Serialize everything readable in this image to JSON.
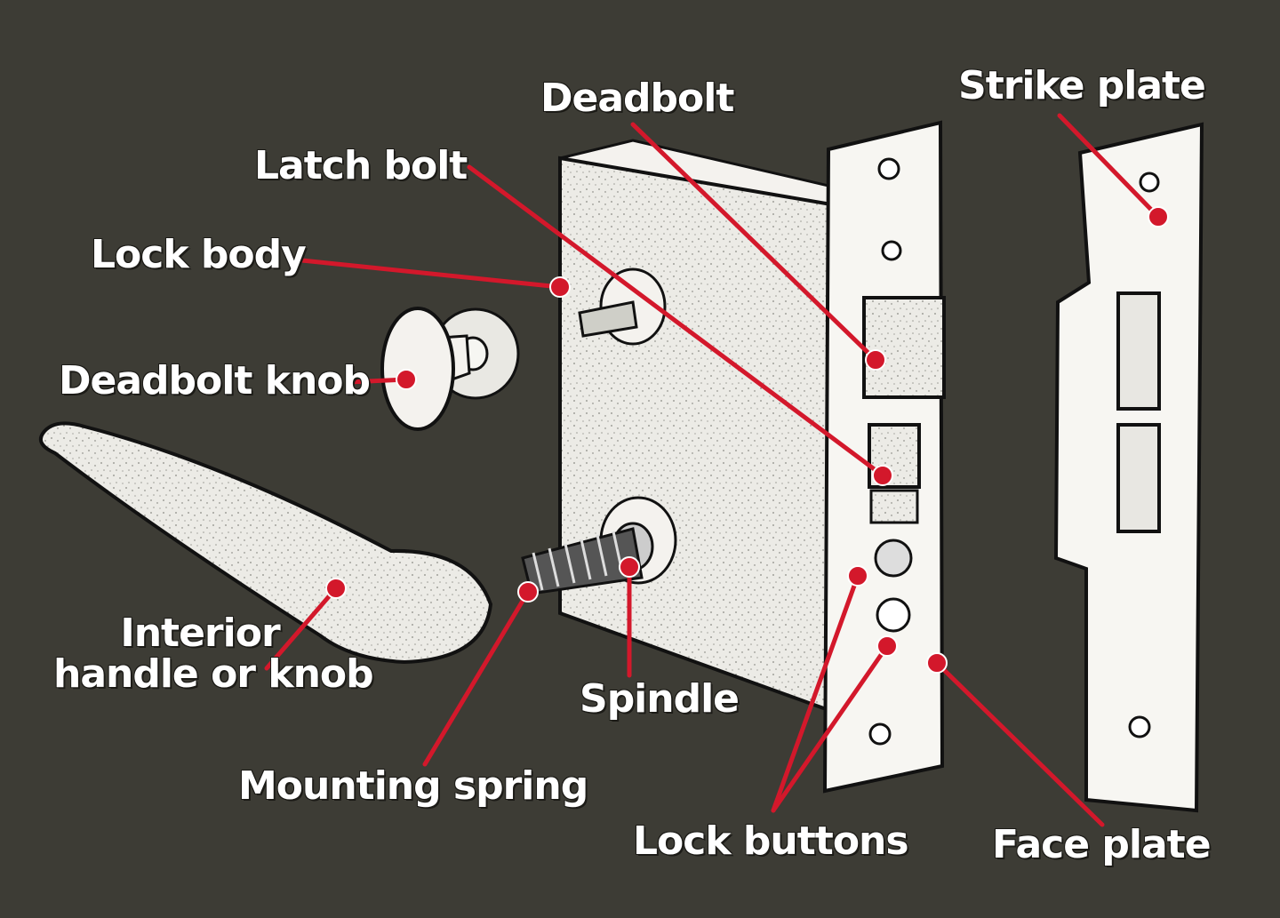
{
  "diagram": {
    "colors": {
      "background": "#3d3c35",
      "leader": "#d3182b",
      "part_fill": "#f4f2ee",
      "outline": "#111111"
    },
    "labels": {
      "deadbolt": "Deadbolt",
      "strike_plate": "Strike plate",
      "latch_bolt": "Latch bolt",
      "lock_body": "Lock body",
      "deadbolt_knob": "Deadbolt knob",
      "interior_handle_line1": "Interior",
      "interior_handle_line2": "handle or knob",
      "spindle": "Spindle",
      "mounting_spring": "Mounting spring",
      "lock_buttons": "Lock buttons",
      "face_plate": "Face plate"
    }
  }
}
